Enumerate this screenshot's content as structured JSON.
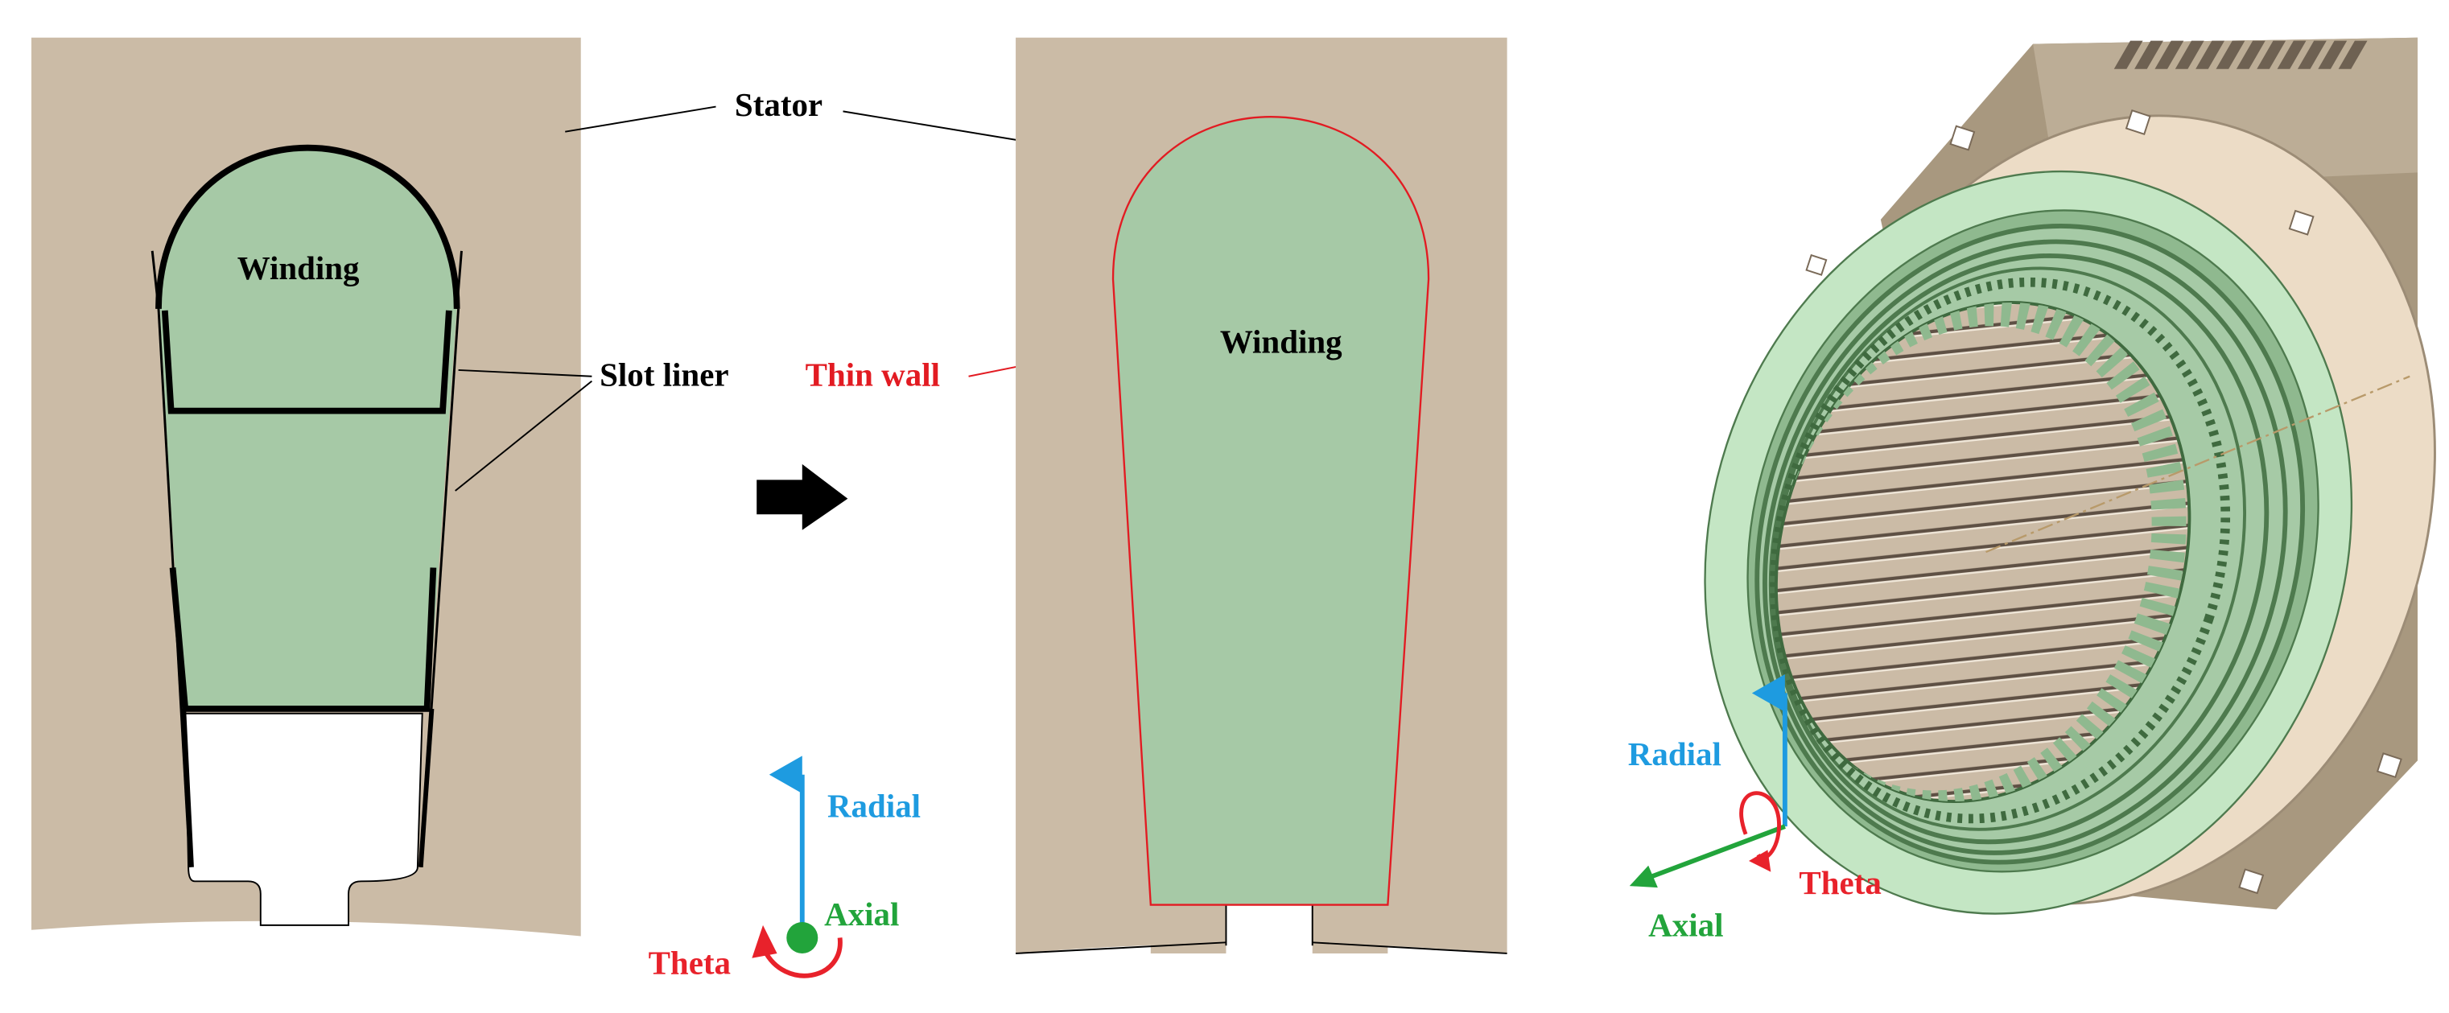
{
  "labels": {
    "stator": "Stator",
    "slot_liner": "Slot liner",
    "winding_left": "Winding",
    "winding_mid": "Winding",
    "thin_wall": "Thin wall"
  },
  "axes_2d": {
    "radial": "Radial",
    "axial": "Axial",
    "theta": "Theta"
  },
  "axes_3d": {
    "radial": "Radial",
    "axial": "Axial",
    "theta": "Theta"
  },
  "colors": {
    "stator": "#cbbba6",
    "winding": "#a6c9a6",
    "stator_3d": "#ecdcc6",
    "winding_3d": "#c4e6c4",
    "radial_arrow": "#1e9be0",
    "axial_arrow": "#22a43b",
    "theta_arrow": "#e8222b",
    "thin_wall_text": "#e21b22",
    "liner": "#000000"
  }
}
